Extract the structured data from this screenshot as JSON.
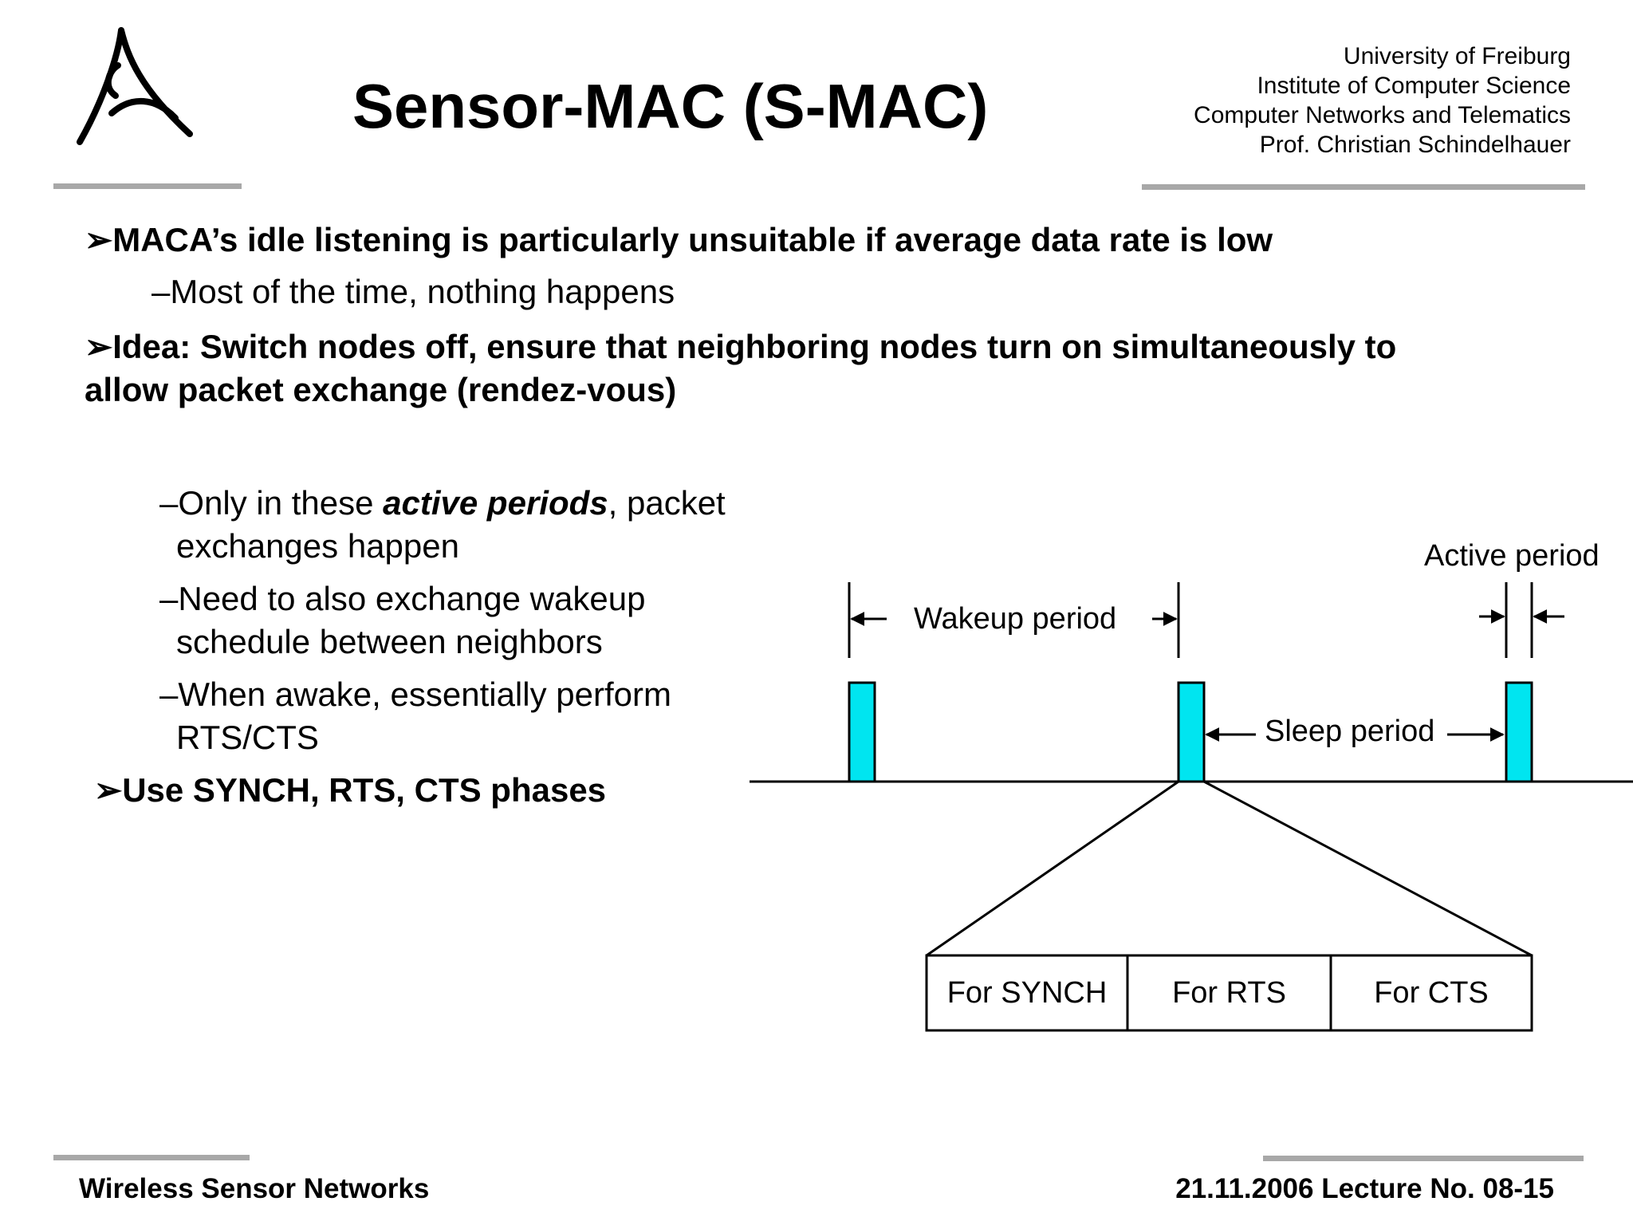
{
  "slide": {
    "title": "Sensor-MAC (S-MAC)",
    "institution": [
      "University of Freiburg",
      "Institute of Computer Science",
      "Computer Networks and Telematics",
      "Prof. Christian Schindelhauer"
    ],
    "bullet_marker": "➢",
    "bullets": [
      {
        "text": "MACA’s idle listening is particularly unsuitable if average data rate is low"
      },
      {
        "text": "–Most of the time, nothing happens"
      },
      {
        "line1": "Idea: Switch nodes off, ensure that neighboring nodes turn on simultaneously to",
        "line2": "allow packet exchange (rendez-vous)"
      }
    ],
    "left_list": {
      "item1_pre": "–Only in these ",
      "item1_em": "active periods",
      "item1_post": ", packet",
      "item1_line2": "exchanges happen",
      "item2_line1": "–Need to also exchange wakeup",
      "item2_line2": "schedule between neighbors",
      "item3_line1": "–When awake, essentially perform",
      "item3_line2": "RTS/CTS",
      "bullet4": "Use SYNCH, RTS, CTS phases"
    },
    "diagram": {
      "active_period_label": "Active  period",
      "wakeup_period_label": "Wakeup period",
      "sleep_period_label": "Sleep period",
      "phases": [
        "For SYNCH",
        "For RTS",
        "For CTS"
      ],
      "active_color": "#00e5f0"
    },
    "footer": {
      "left": "Wireless Sensor Networks",
      "right": "21.11.2006 Lecture No. 08-15"
    }
  }
}
